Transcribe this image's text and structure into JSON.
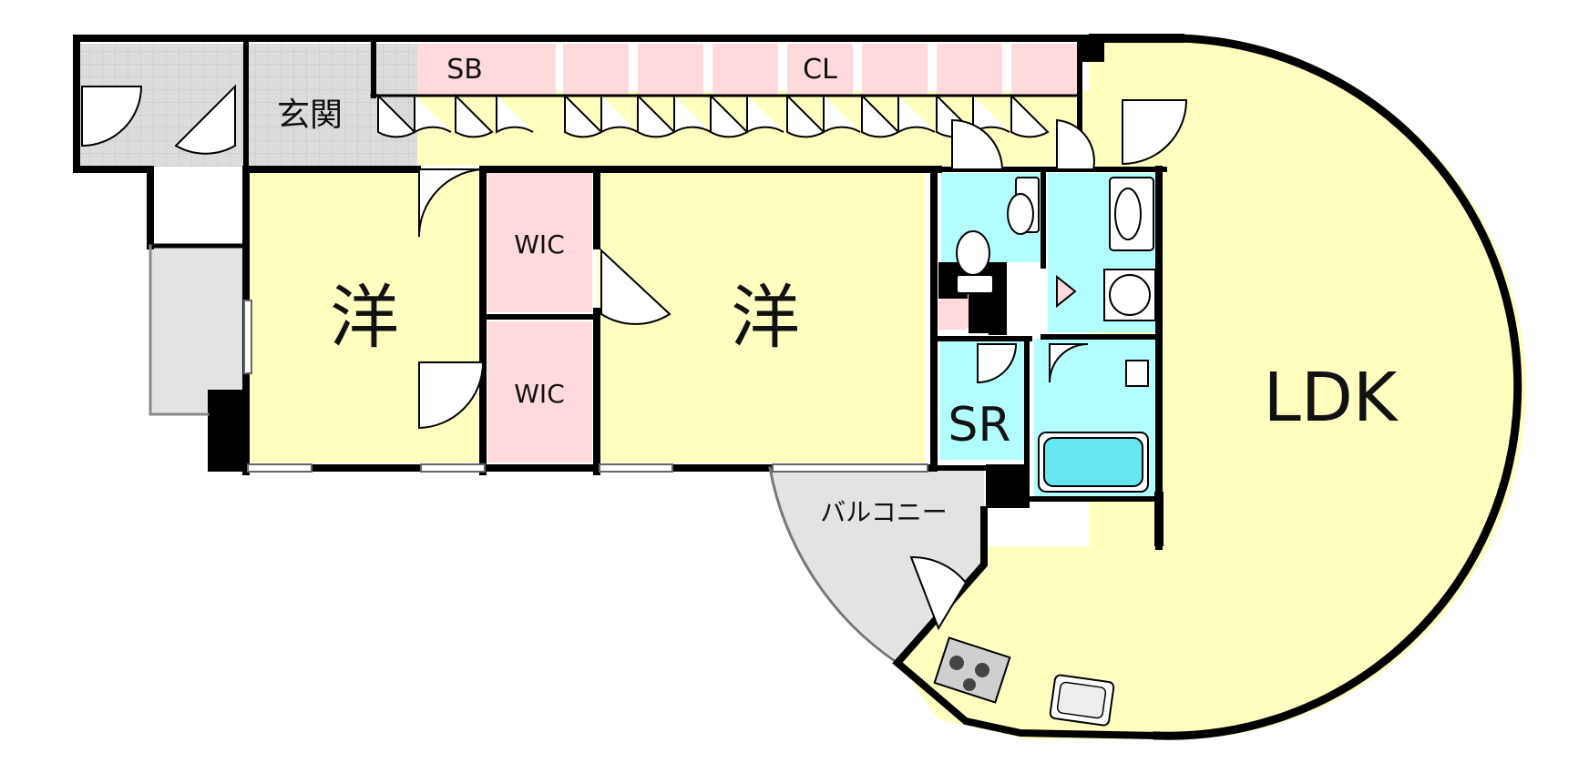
{
  "colors": {
    "living": "#ffffc0",
    "storage": "#ffd9dc",
    "wet": "#b3ffff",
    "tile": "#dcdcdc",
    "outdoor": "#e3e3e3",
    "wall": "#000000"
  },
  "rooms": {
    "entrance": "玄関",
    "western1": "洋",
    "western2": "洋",
    "wic1": "WIC",
    "wic2": "WIC",
    "sb": "SB",
    "cl": "CL",
    "sr": "SR",
    "ldk": "LDK",
    "balcony": "バルコニー"
  },
  "icons": [
    "door-swing-icon",
    "toilet-icon",
    "washbasin-icon",
    "bathtub-icon",
    "washing-machine-icon",
    "stove-icon",
    "sink-icon",
    "window-icon"
  ]
}
